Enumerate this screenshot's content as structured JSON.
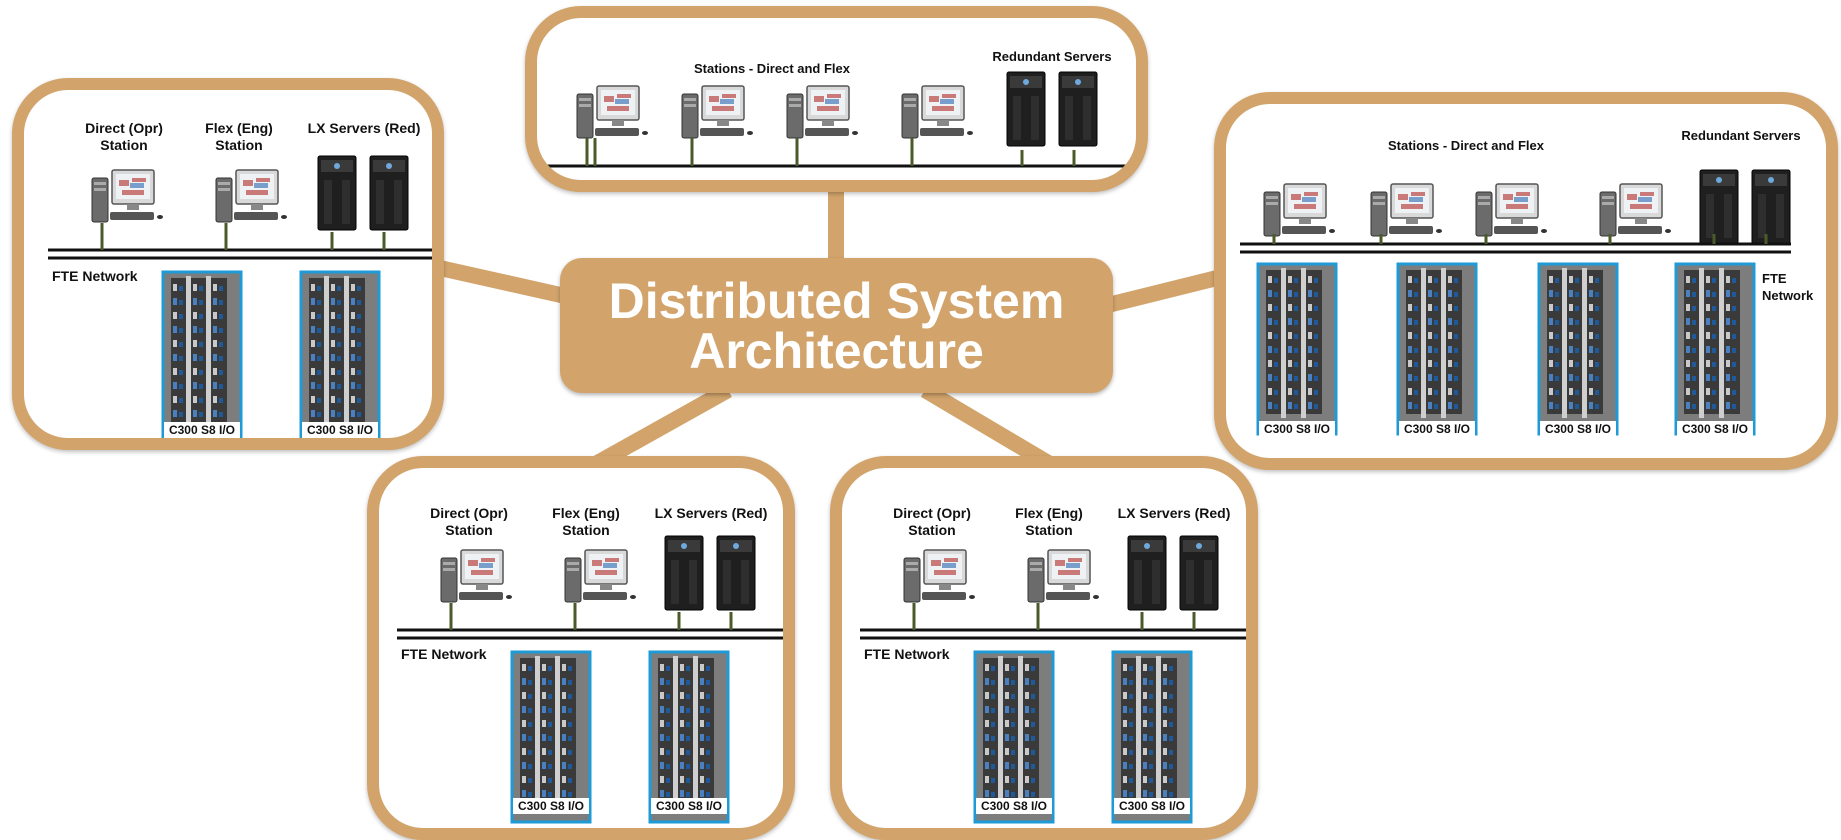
{
  "title": {
    "line1": "Distributed System",
    "line2": "Architecture"
  },
  "colors": {
    "accent": "#d2a46c",
    "io_border": "#1e9ad6",
    "network": "#111111"
  },
  "small_panel": {
    "label_direct": [
      "Direct (Opr)",
      "Station"
    ],
    "label_flex": [
      "Flex (Eng)",
      "Station"
    ],
    "label_servers": "LX Servers (Red)",
    "network": "FTE Network",
    "io": "C300 S8 I/O"
  },
  "large_panel": {
    "label_stations": "Stations - Direct and Flex",
    "label_servers": "Redundant Servers",
    "network": [
      "FTE",
      "Network"
    ],
    "io": "C300 S8 I/O"
  }
}
